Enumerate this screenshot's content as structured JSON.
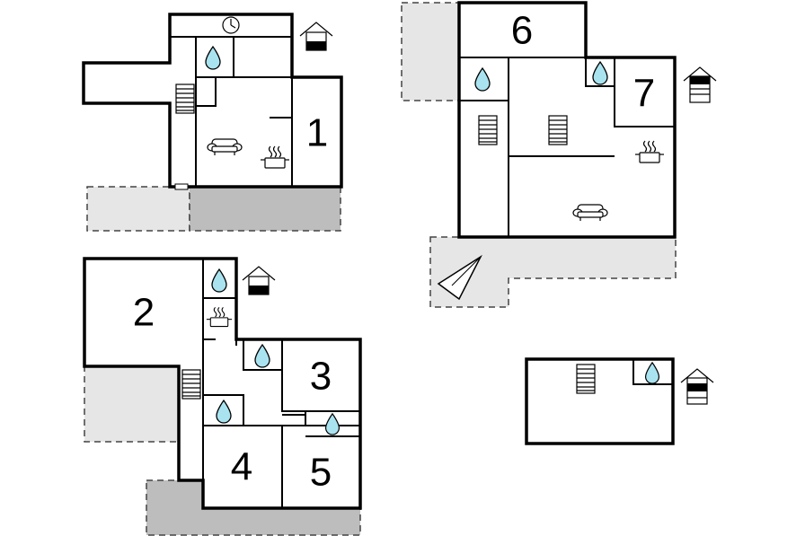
{
  "floor_plan": {
    "units": [
      {
        "label": "1"
      },
      {
        "label": "2"
      },
      {
        "label": "3"
      },
      {
        "label": "4"
      },
      {
        "label": "5"
      },
      {
        "label": "6"
      },
      {
        "label": "7"
      }
    ],
    "icons": [
      "clock-icon",
      "water-drop-icon",
      "stairs-icon",
      "sofa-icon",
      "cooking-pot-icon",
      "house-floor-icon",
      "compass-pointer-icon"
    ],
    "colors": {
      "wall": "#000000",
      "terrace_light": "#e6e6e6",
      "terrace_dark": "#bdbdbd",
      "water": "#a9e3f0"
    }
  }
}
